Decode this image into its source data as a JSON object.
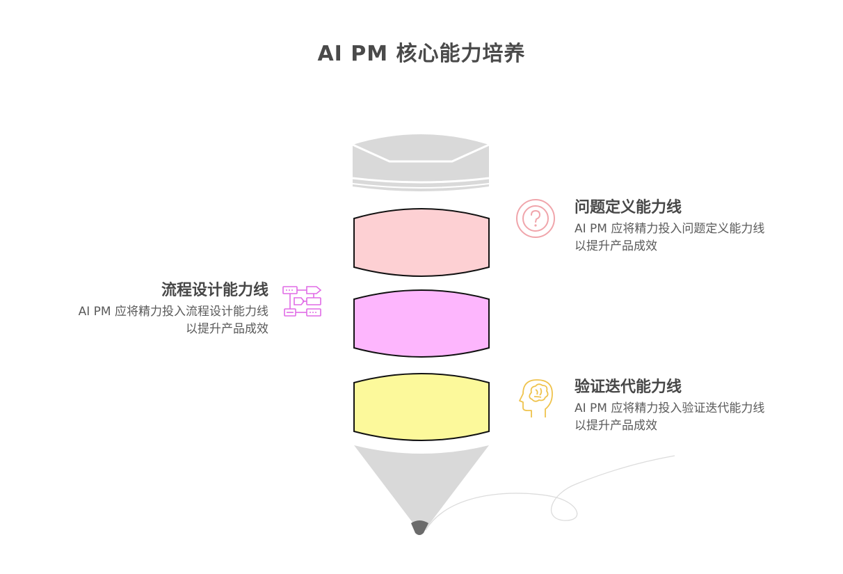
{
  "title": "AI PM 核心能力培养",
  "colors": {
    "pencil_gray": "#d9d9d9",
    "tip": "#6b6b6b",
    "pink": "#fdd0d3",
    "magenta": "#fdb6fd",
    "yellow": "#fcf99b",
    "outline": "#111111",
    "icon_pink": "#f0a5ab",
    "icon_magenta": "#e06ae6",
    "icon_yellow": "#efc34d"
  },
  "sections": {
    "problem": {
      "title": "问题定义能力线",
      "desc_line1": "AI PM 应将精力投入问题定义能力线",
      "desc_line2": "以提升产品成效",
      "icon": "question-circle-icon"
    },
    "process": {
      "title": "流程设计能力线",
      "desc_line1": "AI PM 应将精力投入流程设计能力线",
      "desc_line2": "以提升产品成效",
      "icon": "flowchart-icon"
    },
    "verify": {
      "title": "验证迭代能力线",
      "desc_line1": "AI PM 应将精力投入验证迭代能力线",
      "desc_line2": "以提升产品成效",
      "icon": "brain-head-icon"
    }
  }
}
